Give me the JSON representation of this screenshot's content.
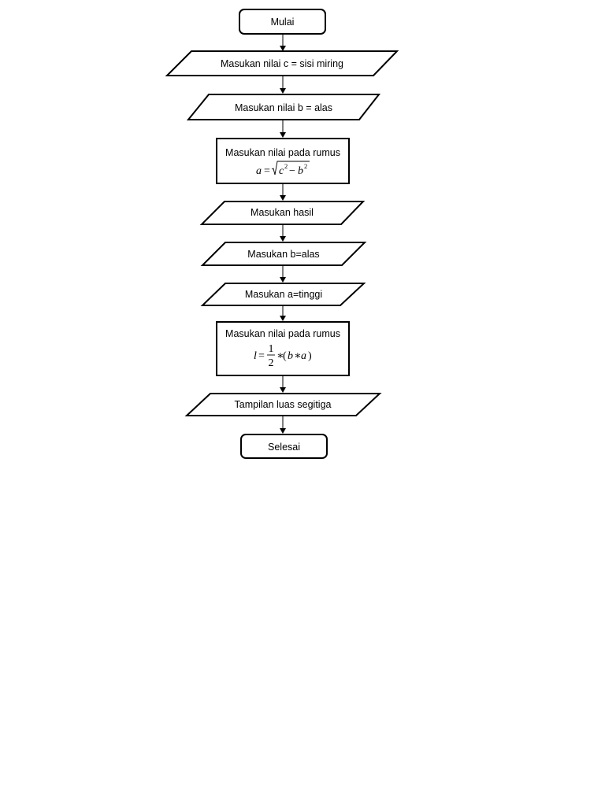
{
  "flowchart": {
    "start": "Mulai",
    "input_c": "Masukan nilai c = sisi miring",
    "input_b": "Masukan nilai b = alas",
    "process_a": {
      "label": "Masukan nilai pada rumus",
      "formula_lhs": "a",
      "formula_eq": "=",
      "formula_c": "c",
      "formula_minus": "−",
      "formula_b": "b",
      "formula_exp": "2"
    },
    "input_hasil": "Masukan hasil",
    "input_b_alas": "Masukan b=alas",
    "input_a_tinggi": "Masukan a=tinggi",
    "process_l": {
      "label": "Masukan nilai pada rumus",
      "formula_lhs": "l",
      "formula_eq": "=",
      "formula_num": "1",
      "formula_den": "2",
      "formula_star": "∗",
      "formula_open": "(",
      "formula_b": "b",
      "formula_a": "a",
      "formula_close": ")"
    },
    "output": "Tampilan luas segitiga",
    "end": "Selesai"
  }
}
